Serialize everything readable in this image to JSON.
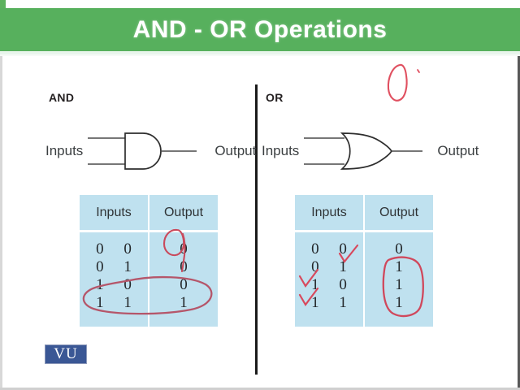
{
  "header": {
    "title": "AND - OR Operations",
    "bar_color": "#57b05d",
    "title_color": "#ffffff"
  },
  "colors": {
    "table_background": "#bfe1ef",
    "ink": "#e0465a",
    "divider": "#1a1a1a",
    "logo_background": "#3a5795"
  },
  "sections": {
    "and": {
      "label": "AND",
      "gate_type": "and-gate",
      "inputs_label": "Inputs",
      "output_label": "Output",
      "table": {
        "headers": [
          "Inputs",
          "Output"
        ],
        "inputs": [
          "0  0",
          "0  1",
          "1  0",
          "1  1"
        ],
        "outputs": [
          "0",
          "0",
          "0",
          "1"
        ]
      },
      "annotations": [
        "circle-around-first-output-zero",
        "ellipse-around-last-row"
      ]
    },
    "or": {
      "label": "OR",
      "gate_type": "or-gate",
      "inputs_label": "Inputs",
      "output_label": "Output",
      "table": {
        "headers": [
          "Inputs",
          "Output"
        ],
        "inputs": [
          "0  0",
          "0  1",
          "1  0",
          "1  1"
        ],
        "outputs": [
          "0",
          "1",
          "1",
          "1"
        ]
      },
      "annotations": [
        "checkmark-row-2",
        "checkmark-row-3",
        "checkmark-row-4",
        "ellipse-around-three-ones"
      ]
    }
  },
  "scribble": {
    "top_right": "hand-drawn-zero"
  },
  "logo": {
    "text": "VU"
  }
}
